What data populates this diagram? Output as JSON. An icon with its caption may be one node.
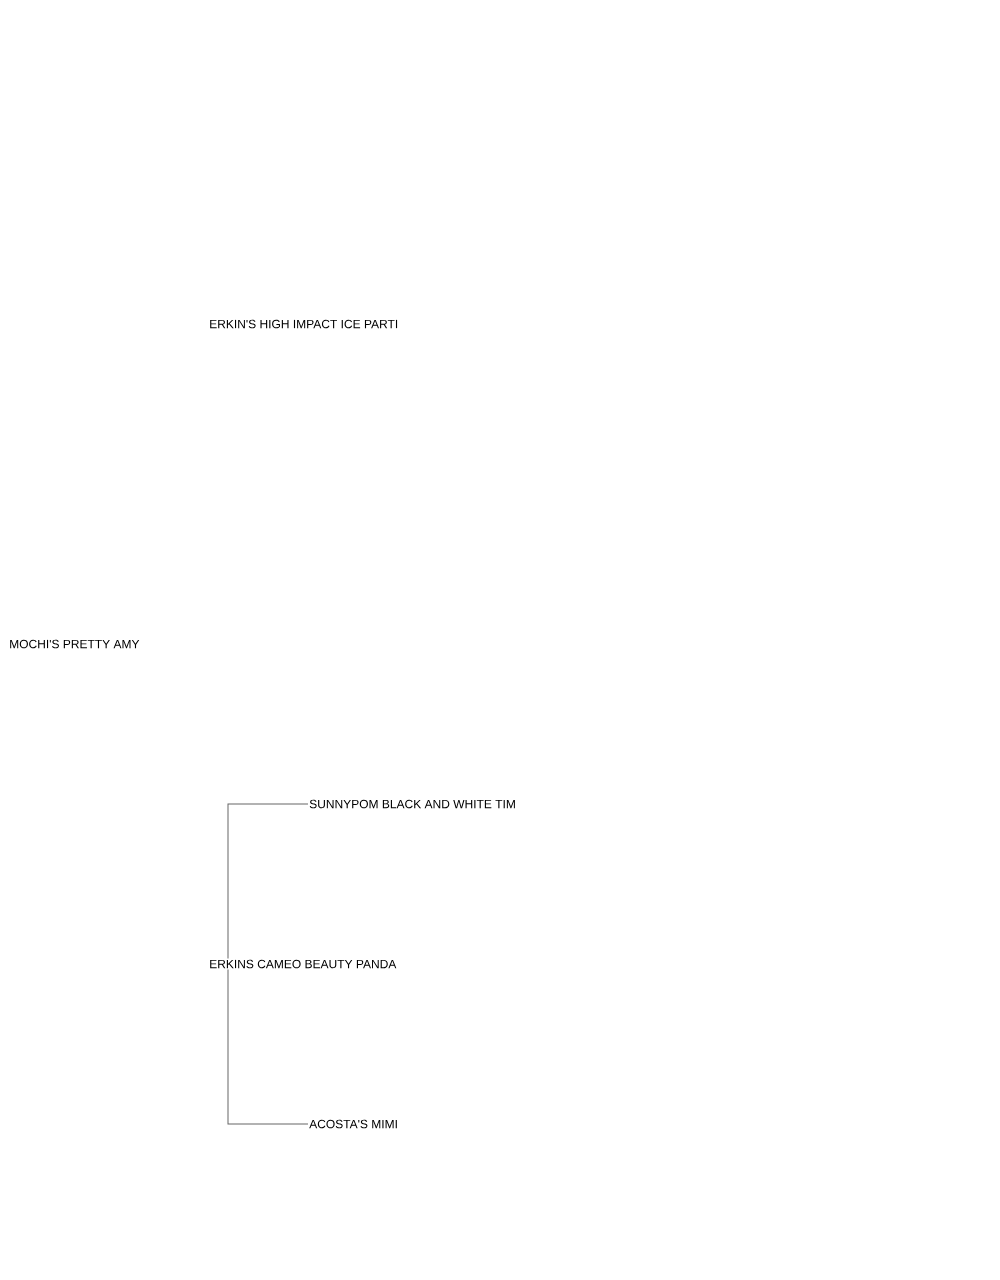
{
  "diagram": {
    "nodes": [
      {
        "text": [
          "ERKIN'S HIGH IMPACT ICE PARTI"
        ]
      },
      {
        "text": [
          "MOCHI'S PRETTY AMY"
        ]
      },
      {
        "text": [
          "SUNNYPOM BLACK AND WHITE TIM"
        ]
      },
      {
        "text": [
          "ERKINS CAMEO BEAUTY PANDA"
        ]
      },
      {
        "text": [
          "ACOSTA'S MIMI"
        ]
      }
    ],
    "edges": [
      {
        "from": 3,
        "to": 2,
        "arrow": "none"
      },
      {
        "from": 3,
        "to": 4,
        "arrow": "none"
      }
    ]
  }
}
